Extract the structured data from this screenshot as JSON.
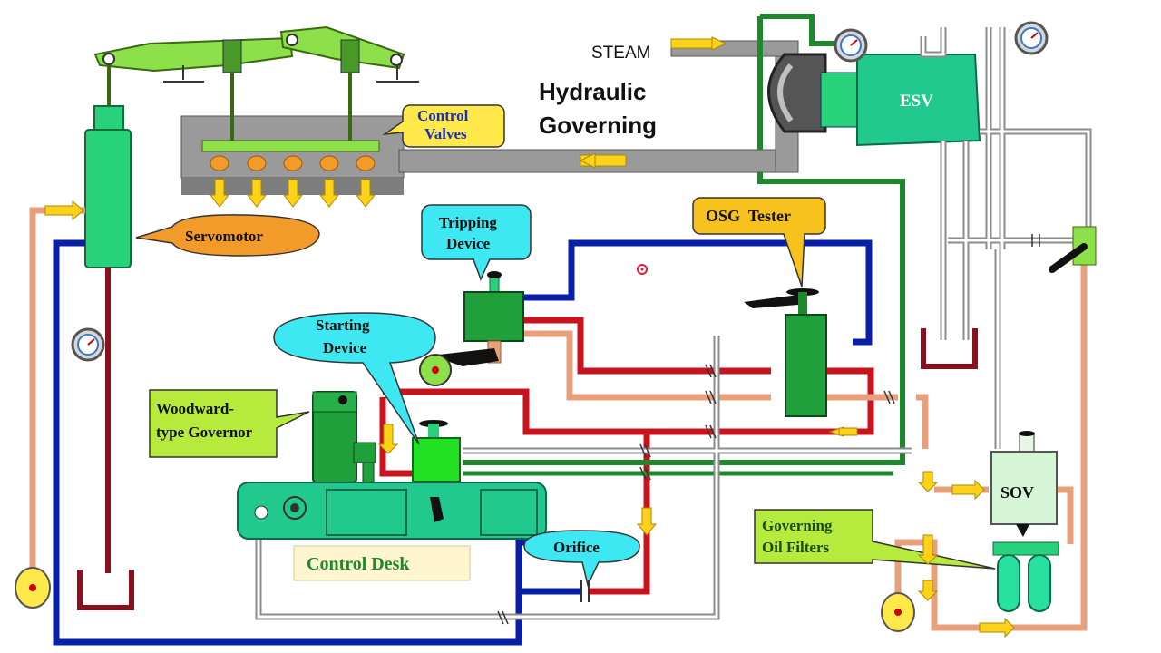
{
  "heading": {
    "steam": "STEAM",
    "title_line1": "Hydraulic",
    "title_line2": "Governing"
  },
  "labels": {
    "control_valves_1": "Control",
    "control_valves_2": "Valves",
    "servomotor": "Servomotor",
    "tripping_device_1": "Tripping",
    "tripping_device_2": "Device",
    "osg_tester": "OSG  Tester",
    "esv": "ESV",
    "starting_device_1": "Starting",
    "starting_device_2": "Device",
    "woodward_1": "Woodward-",
    "woodward_2": "type Governor",
    "control_desk": "Control Desk",
    "orifice": "Orifice",
    "sov": "SOV",
    "filters_1": "Governing",
    "filters_2": "Oil Filters"
  },
  "colors": {
    "blue_line": "#0a1fa8",
    "red_line": "#c8141e",
    "salmon_line": "#e8a07c",
    "green_line": "#1c8a2a",
    "grey_line": "#9a9a9a",
    "component_green": "#28d27a",
    "lever_green": "#8ee04a",
    "callout_yellow": "#ffe94a",
    "callout_orange": "#f29b2a",
    "callout_cyan": "#3ee8f2",
    "callout_lime": "#b6ea3c",
    "dark_red": "#8a1020",
    "arrow_yellow": "#ffd21a"
  }
}
